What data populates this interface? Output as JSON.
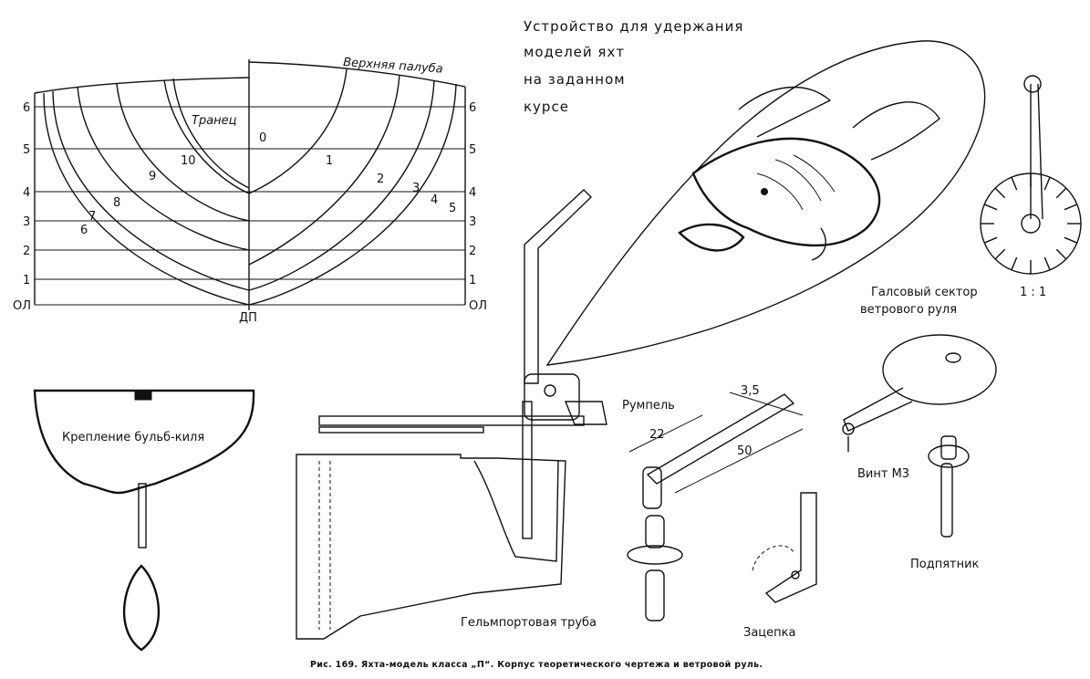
{
  "title": {
    "line1": "Устройство для удержания",
    "line2": "моделей яхт",
    "line3": "на заданном",
    "line4": "курсе"
  },
  "lines_plan": {
    "top_deck": "Верхняя палуба",
    "transom": "Транец",
    "waterlines": [
      "6",
      "5",
      "4",
      "3",
      "2",
      "1"
    ],
    "base_left": "ОЛ",
    "base_right": "ОЛ",
    "center": "ДП",
    "stations_right": [
      "0",
      "1",
      "2",
      "3",
      "4",
      "5"
    ],
    "stations_left": [
      "10",
      "9",
      "8",
      "7",
      "6"
    ]
  },
  "bulb": {
    "label": "Крепление бульб-киля"
  },
  "parts": {
    "tiller": "Румпель",
    "dim_35": "3,5",
    "dim_22": "22",
    "dim_50": "50",
    "tube": "Гельмпортовая труба",
    "hook": "Зацепка",
    "sector_line1": "Галсовый сектор",
    "sector_line2": "ветрового руля",
    "scale": "1 : 1",
    "screw": "Винт М3",
    "bearing": "Подпятник"
  },
  "caption": "Рис. 169. Яхта-модель класса „П“. Корпус теоретического чертежа и ветровой руль."
}
